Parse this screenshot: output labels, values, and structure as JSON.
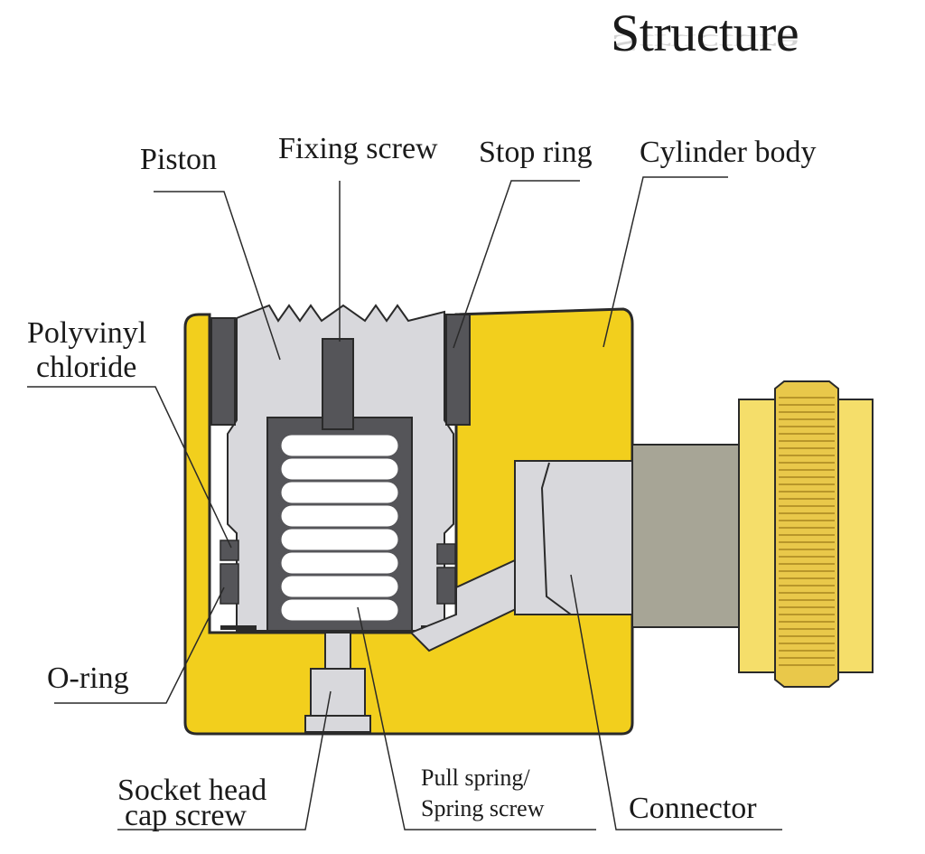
{
  "title": "Structure",
  "labels": {
    "piston": "Piston",
    "fixing_screw": "Fixing screw",
    "stop_ring": "Stop ring",
    "cylinder_body": "Cylinder body",
    "pvc_line1": "Polyvinyl",
    "pvc_line2": "chloride",
    "o_ring": "O-ring",
    "socket_line1": "Socket head",
    "socket_line2": "cap screw",
    "pull_spring_line1": "Pull spring/",
    "pull_spring_line2": "Spring screw",
    "connector": "Connector"
  },
  "colors": {
    "body_yellow": "#f2cf1d",
    "body_outline": "#2a2a2a",
    "piston_grey": "#d8d8dc",
    "dark_grey": "#555559",
    "spring_white": "#ffffff",
    "connector_grey": "#a7a596",
    "fitting_gold": "#f5de6a",
    "knurl_gold": "#e9c84a"
  }
}
